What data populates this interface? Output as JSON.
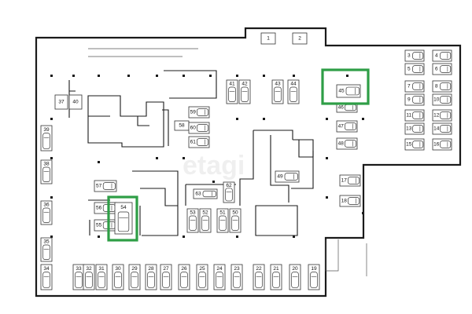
{
  "plan": {
    "highlight_color": "#2e9e46",
    "highlighted_spaces": [
      "45",
      "54"
    ],
    "watermark": "etagi",
    "spaces": {
      "s1": "1",
      "s2": "2",
      "s3": "3",
      "s4": "4",
      "s5": "5",
      "s6": "6",
      "s7": "7",
      "s8": "8",
      "s9": "9",
      "s10": "10",
      "s11": "11",
      "s12": "12",
      "s13": "13",
      "s14": "14",
      "s15": "15",
      "s16": "16",
      "s17": "17",
      "s18": "18",
      "s19": "19",
      "s20": "20",
      "s21": "21",
      "s22": "22",
      "s23": "23",
      "s24": "24",
      "s25": "25",
      "s26": "26",
      "s27": "27",
      "s28": "28",
      "s29": "29",
      "s30": "30",
      "s31": "31",
      "s32": "32",
      "s33": "33",
      "s34": "34",
      "s35": "35",
      "s36": "36",
      "s37": "37",
      "s38": "38",
      "s39": "39",
      "s40": "40",
      "s41": "41",
      "s42": "42",
      "s43": "43",
      "s44": "44",
      "s45": "45",
      "s46": "46",
      "s47": "47",
      "s48": "48",
      "s49": "49",
      "s50": "50",
      "s51": "51",
      "s52": "52",
      "s53": "53",
      "s54": "54",
      "s55": "55",
      "s56": "56",
      "s57": "57",
      "s58": "58",
      "s59": "59",
      "s60": "60",
      "s61": "61",
      "s62": "62",
      "s63": "63"
    }
  }
}
